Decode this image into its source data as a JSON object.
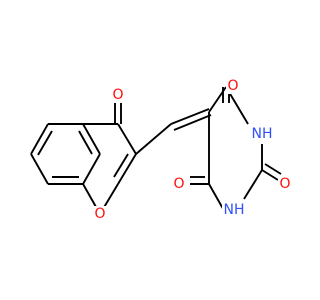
{
  "colors": {
    "bond": "#000000",
    "oxygen": "#ff0d0d",
    "nitrogen": "#3050f8",
    "background": "#ffffff"
  },
  "atom_labels": {
    "o_ketone": "O",
    "o_ring": "O",
    "o_top_right": "O",
    "o_bottom_left": "O",
    "o_right": "O",
    "nh_upper": "NH",
    "nh_lower": "NH"
  }
}
